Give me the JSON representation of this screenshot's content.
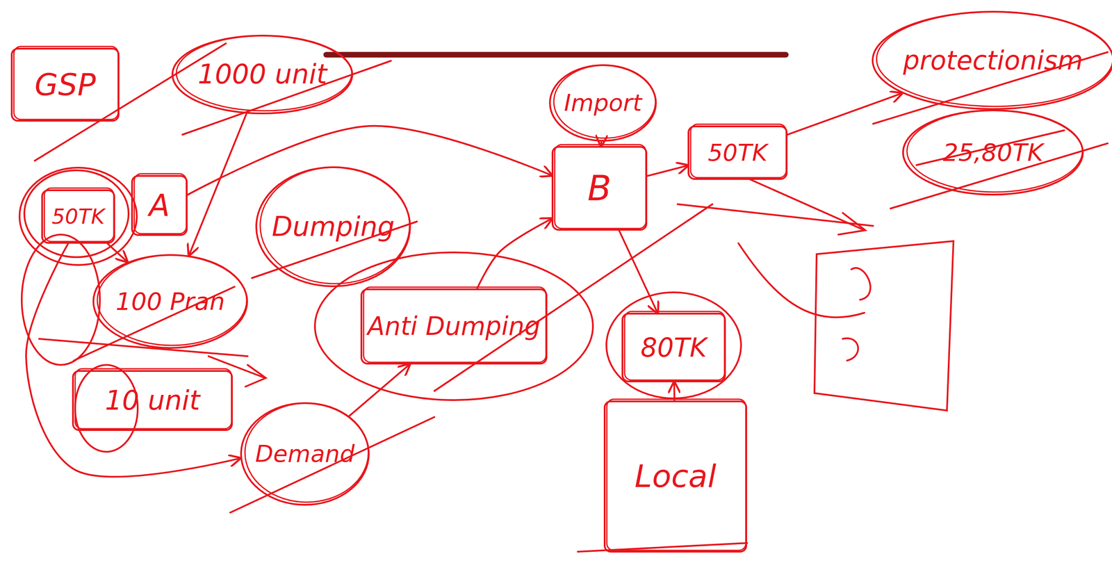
{
  "diagram": {
    "nodes": [
      {
        "text": [
          "GSP"
        ]
      },
      {
        "text": [
          "1000 unit"
        ]
      },
      {
        "text": [
          "50TK"
        ]
      },
      {
        "text": [
          "A"
        ]
      },
      {
        "text": [
          "Dumping"
        ]
      },
      {
        "text": [
          "100 Pran"
        ]
      },
      {
        "text": [
          "10 unit"
        ]
      },
      {
        "text": [
          "Demand"
        ]
      },
      {
        "text": [
          "Anti Dumping"
        ]
      },
      {
        "text": [
          "Import"
        ]
      },
      {
        "text": [
          "B"
        ]
      },
      {
        "text": [
          "50TK"
        ]
      },
      {
        "text": [
          "80TK"
        ]
      },
      {
        "text": [
          "Local"
        ]
      },
      {
        "text": [
          "protectionism"
        ]
      },
      {
        "text": [
          "25,80TK"
        ]
      }
    ],
    "edges": [
      {
        "from": 2,
        "to": 5,
        "arrow": "to"
      },
      {
        "from": 1,
        "to": 5,
        "arrow": "to"
      },
      {
        "from": 2,
        "to": 7,
        "arrow": "to"
      },
      {
        "from": 7,
        "to": 8,
        "arrow": "to"
      },
      {
        "from": 8,
        "to": 10,
        "arrow": "to"
      },
      {
        "from": 3,
        "to": 10,
        "arrow": "to"
      },
      {
        "from": 9,
        "to": 10,
        "arrow": "to"
      },
      {
        "from": 10,
        "to": 11,
        "arrow": "to"
      },
      {
        "from": 10,
        "to": 12,
        "arrow": "to"
      },
      {
        "from": 13,
        "to": 12,
        "arrow": "to"
      },
      {
        "from": 11,
        "to": 14,
        "arrow": "to"
      }
    ]
  }
}
